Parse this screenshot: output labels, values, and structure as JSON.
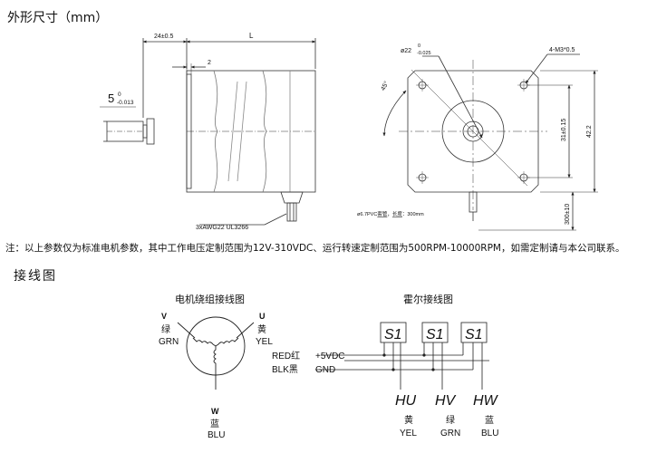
{
  "dimensions_title": "外形尺寸（mm）",
  "wiring_title": "接线图",
  "note": "注：以上参数仅为标准电机参数，其中工作电压定制范围为12V-310VDC、运行转速定制范围为500RPM-10000RPM，如需定制请与本公司联系。",
  "side_view": {
    "shaft_ext": "24±0.5",
    "body_len": "L",
    "flange_step": "2",
    "shaft_dia": "5",
    "shaft_tol_upper": "0",
    "shaft_tol_lower": "-0.013",
    "cable_label": "3xAWG22 UL3266"
  },
  "front_view": {
    "pilot_dia": "ø22",
    "pilot_tol_upper": "0",
    "pilot_tol_lower": "-0.025",
    "mount_holes": "4-M3*0.5",
    "angle": "45°",
    "hole_spacing": "31±0.15",
    "square": "42.2",
    "lead_len": "300±10",
    "sleeve_pre": "ø6.7PVC",
    "sleeve_mid": "套管",
    "sleeve_sep": "，",
    "sleeve_len_label": "长度",
    "sleeve_post": "：300mm"
  },
  "winding": {
    "title": "电机绕组接线图",
    "v_letter": "V",
    "v_cn": "绿",
    "v_en": "GRN",
    "u_letter": "U",
    "u_cn": "黄",
    "u_en": "YEL",
    "w_letter": "W",
    "w_cn": "蓝",
    "w_en": "BLU"
  },
  "hall": {
    "title": "霍尔接线图",
    "sensors": [
      "S1",
      "S1",
      "S1"
    ],
    "red_label": "RED红",
    "vcc": "+5VDC",
    "blk_label": "BLK黑",
    "gnd": "GND",
    "outputs": [
      {
        "code": "HU",
        "cn": "黄",
        "en": "YEL"
      },
      {
        "code": "HV",
        "cn": "绿",
        "en": "GRN"
      },
      {
        "code": "HW",
        "cn": "蓝",
        "en": "BLU"
      }
    ]
  }
}
